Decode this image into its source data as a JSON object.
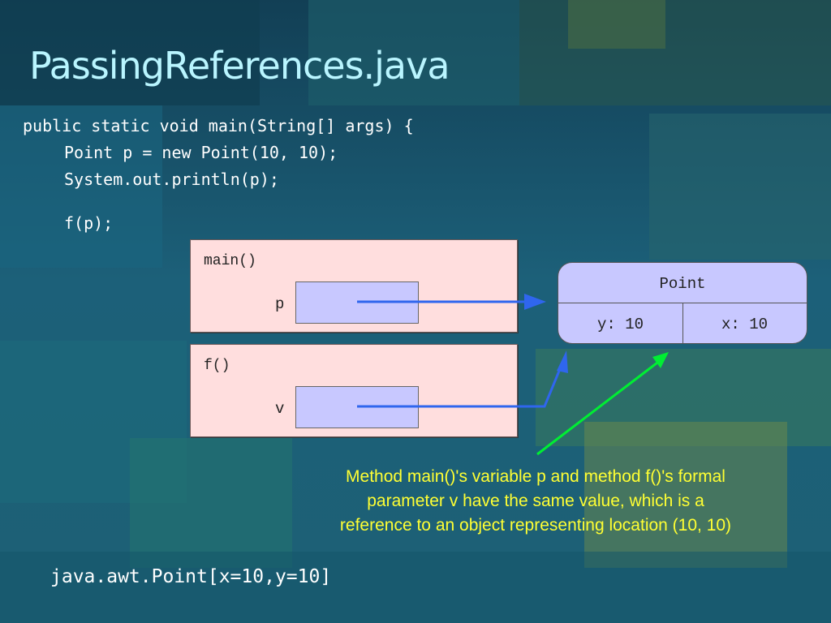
{
  "title": "PassingReferences.java",
  "code": {
    "line1": "public static void main(String[] args) {",
    "line2": "Point p = new Point(10, 10);",
    "line3": "System.out.println(p);",
    "line4": "f(p);"
  },
  "diagram": {
    "main_frame": {
      "label": "main()",
      "var_name": "p"
    },
    "f_frame": {
      "label": "f()",
      "var_name": "v"
    },
    "point_object": {
      "class_name": "Point",
      "field_y": "y: 10",
      "field_x": "x: 10"
    },
    "note": {
      "line1": "Method main()'s variable p and method f()'s formal",
      "line2": "parameter v have the same value, which is a",
      "line3": "reference to an object representing location (10, 10)"
    },
    "colors": {
      "reference_arrow": "#2f66ee",
      "note_arrow": "#00ee33",
      "frame_fill": "#ffdede",
      "variable_fill": "#c8c8ff",
      "note_text": "#ffff33",
      "title_text": "#b9f5ff"
    }
  },
  "output": "java.awt.Point[x=10,y=10]"
}
